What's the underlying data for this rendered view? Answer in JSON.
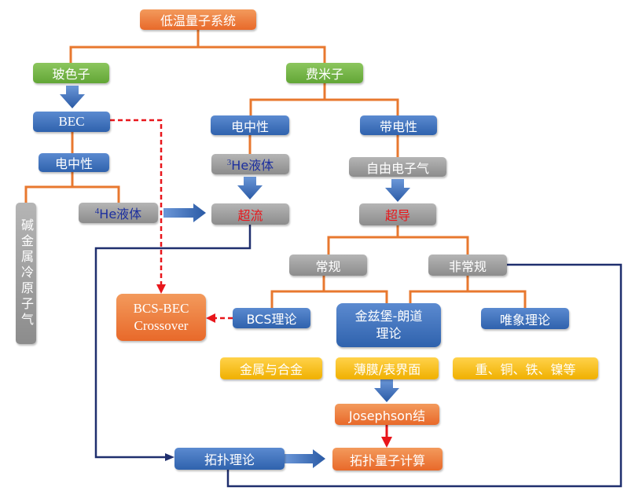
{
  "nodes": {
    "root": "低温量子系统",
    "boson": "玻色子",
    "fermion": "费米子",
    "bec": "BEC",
    "neutral_boson": "电中性",
    "neutral_fermion": "电中性",
    "charged": "带电性",
    "alkali": "碱金属冷原子气",
    "he4_sup": "4",
    "he4_text": "He液体",
    "he3_sup": "3",
    "he3_text": "He液体",
    "free_electron": "自由电子气",
    "superfluid": "超流",
    "superconduct": "超导",
    "conventional": "常规",
    "unconventional": "非常规",
    "crossover_line1": "BCS-BEC",
    "crossover_line2": "Crossover",
    "bcs_theory": "BCS理论",
    "gl_line1": "金兹堡-朗道",
    "gl_line2": "理论",
    "phenom": "唯象理论",
    "metal_alloy": "金属与合金",
    "thin_film": "薄膜/表界面",
    "heavy": "重、铜、铁、镍等",
    "josephson": "Josephson结",
    "topo_theory": "拓扑理论",
    "topo_qc": "拓扑量子计算"
  },
  "colors": {
    "orange_line": "#e8782f",
    "navy_line": "#1f2f6e",
    "red_dash": "#e8161b",
    "blue_arrow": "#2f62ad",
    "red_arrow": "#e8161b"
  }
}
